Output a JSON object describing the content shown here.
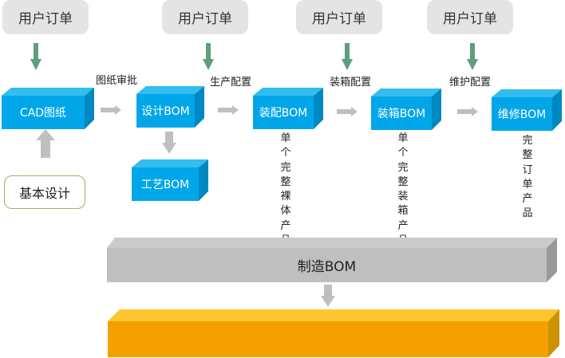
{
  "orders": [
    {
      "label": "用户订单"
    },
    {
      "label": "用户订单"
    },
    {
      "label": "用户订单"
    },
    {
      "label": "用户订单"
    }
  ],
  "config_labels": {
    "drawing_approval": "图纸审批",
    "production_config": "生产配置",
    "packing_config": "装箱配置",
    "maintenance_config": "维护配置"
  },
  "nodes": {
    "cad": "CAD图纸",
    "design_bom": "设计BOM",
    "process_bom": "工艺BOM",
    "assembly_bom": "装配BOM",
    "packing_bom": "装箱BOM",
    "maintenance_bom": "维修BOM",
    "basic_design": "基本设计",
    "manufacturing_bom": "制造BOM",
    "bottom_bar": ""
  },
  "notes": {
    "assembly": "单个完整裸体产品",
    "packing": "单个完整装箱产品",
    "maintenance": "完整订单产品"
  },
  "colors": {
    "box_front": "#00a6e8",
    "box_top": "#33bdee",
    "box_side": "#0088c2",
    "order_bg": "#e4e4e4",
    "green_arrow": "#5e9e7d",
    "gray_arrow": "#bfbfbf",
    "mfg_front": "#bfbfbf",
    "mfg_top": "#cbcbcb",
    "mfg_side": "#999999",
    "orange_front": "#f3a000",
    "orange_top": "#fdc62f",
    "orange_side": "#cc9200",
    "basic_border": "#b5a55c"
  }
}
